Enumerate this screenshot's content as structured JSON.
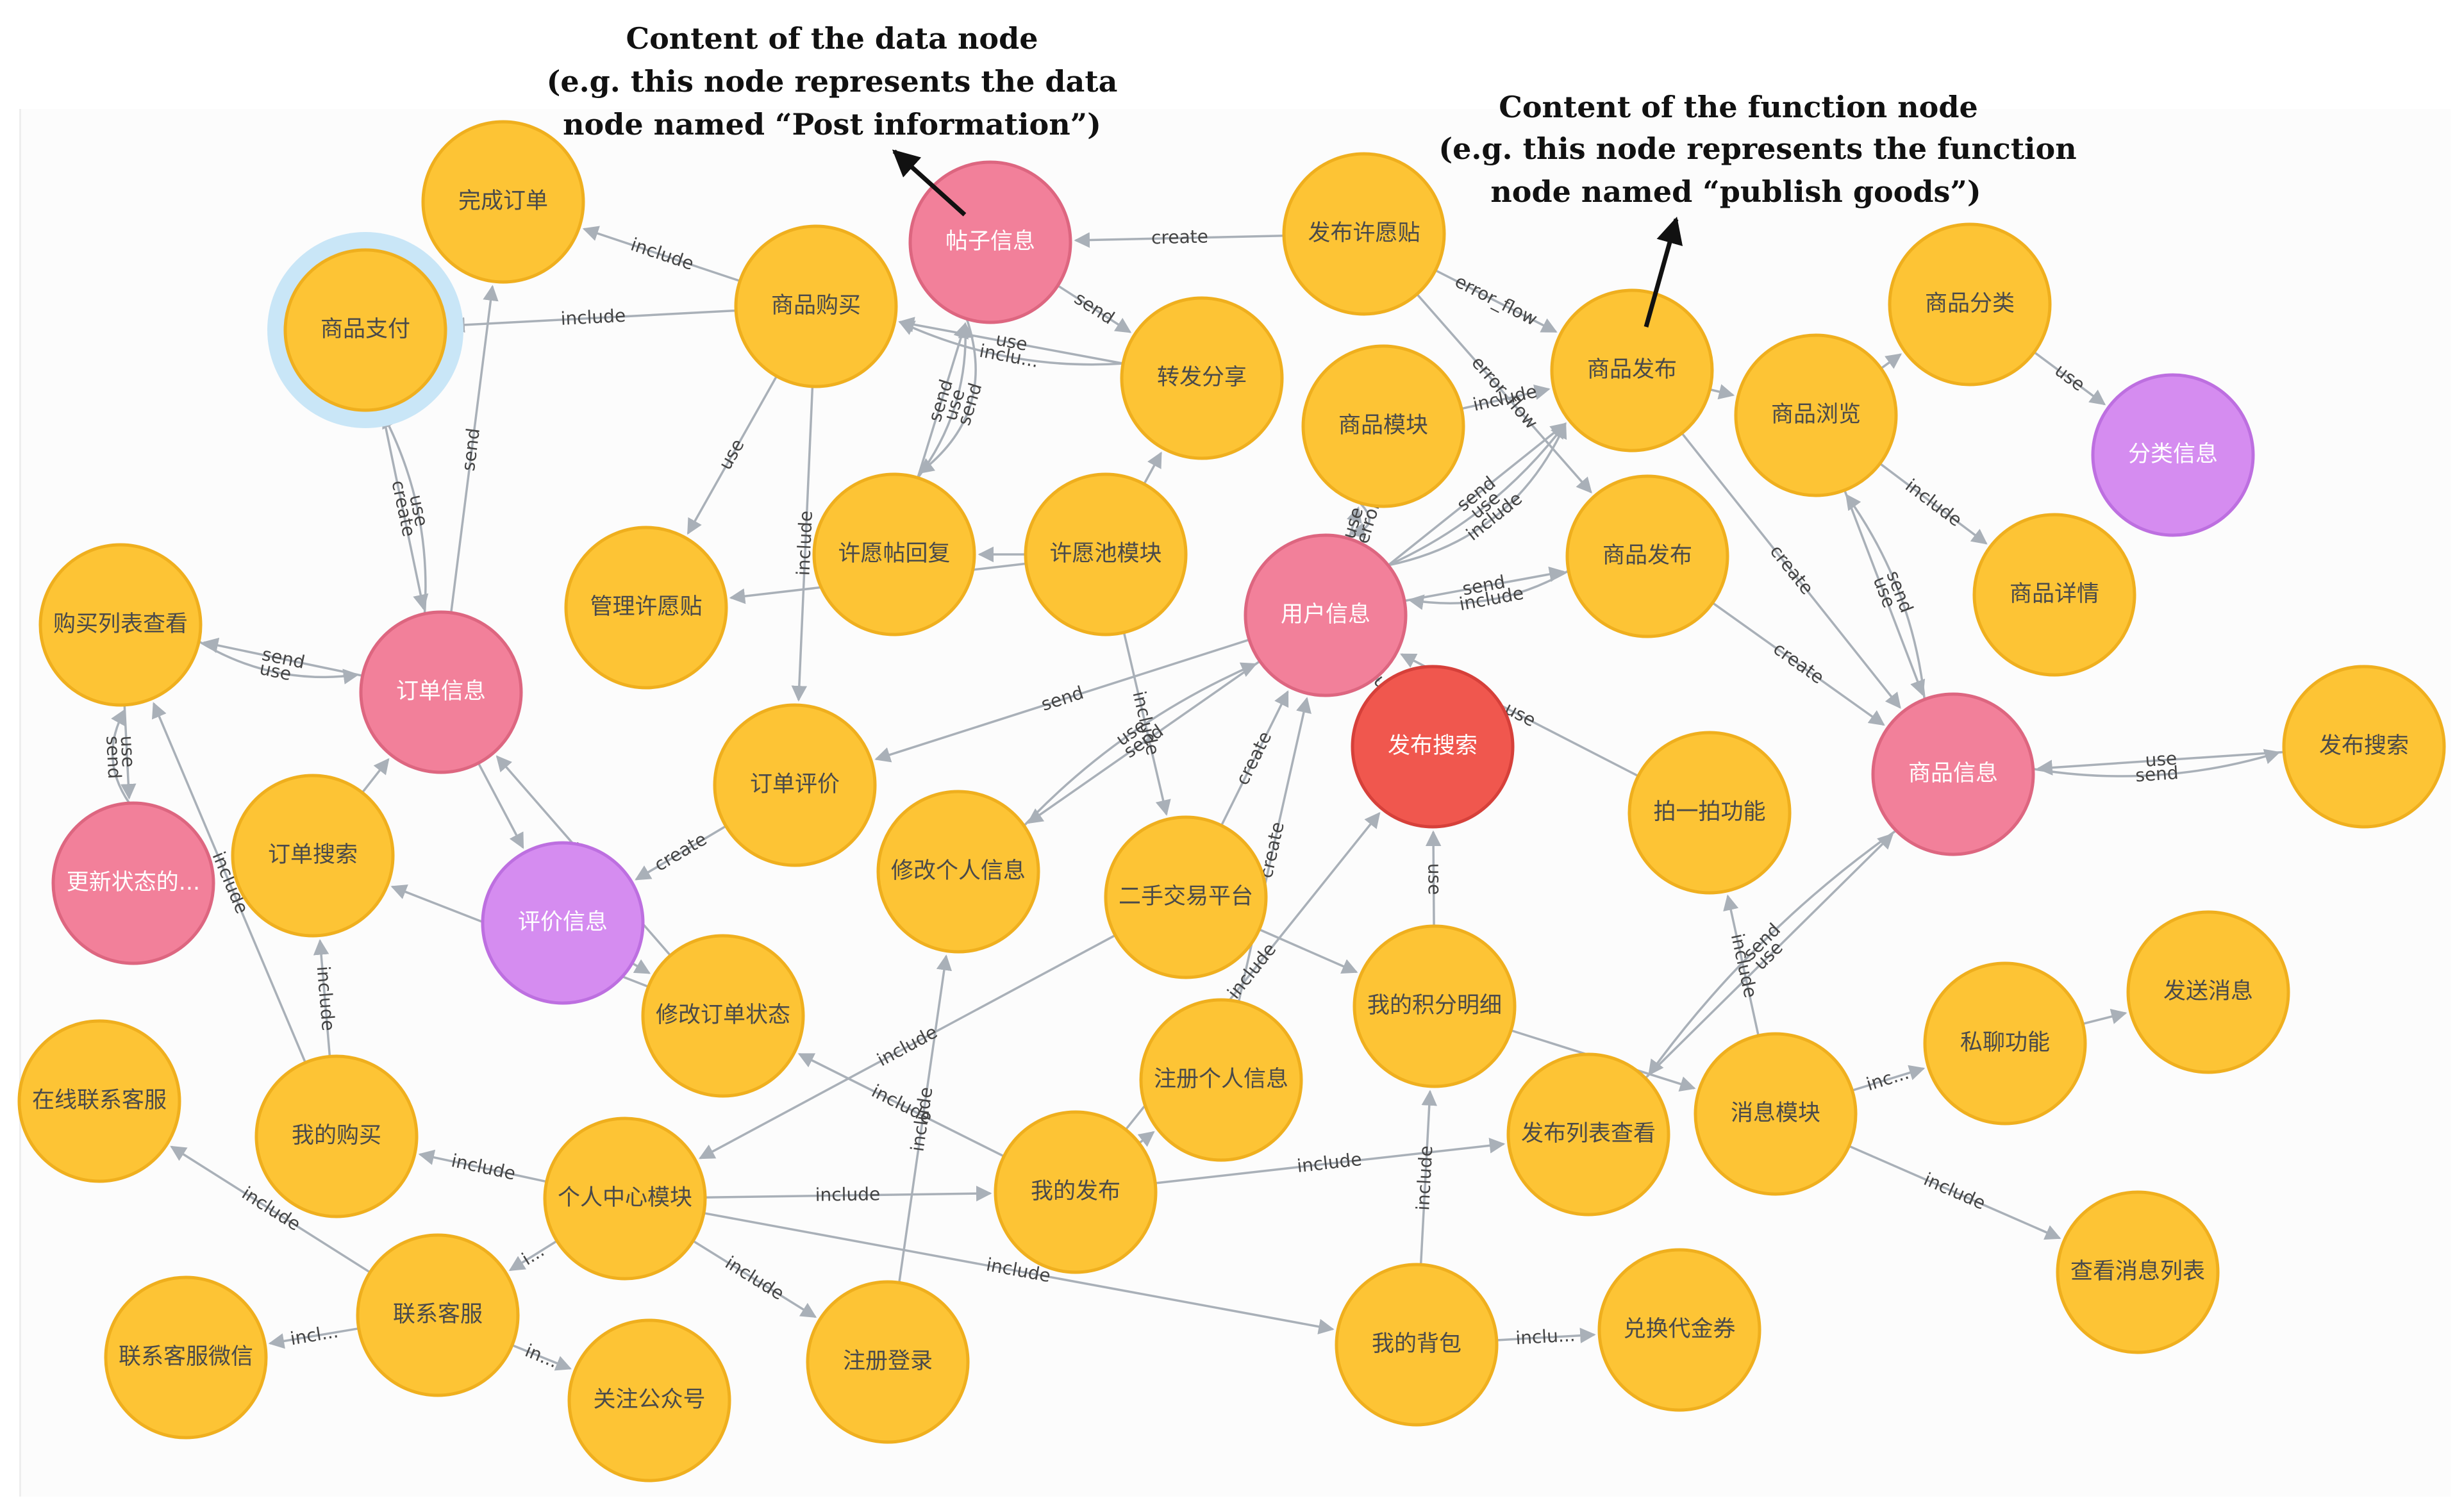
{
  "annotations": {
    "data_node": [
      "Content of the data node",
      "(e.g. this node represents the data",
      "node named “Post information”)"
    ],
    "function_node": [
      "Content of the function node",
      "(e.g. this node represents the function",
      "node named “publish goods”)"
    ]
  },
  "colors": {
    "function": "#fdc435",
    "function_stroke": "#efaf1e",
    "data": "#f2809a",
    "data_stroke": "#dd6680",
    "info": "#d58cf0",
    "info_stroke": "#bd6fe0",
    "search": "#f0574e",
    "search_stroke": "#d6403a",
    "selected_halo": "#c9e6f7"
  },
  "nodes": [
    {
      "id": "n1",
      "label": "完成订单",
      "type": "function"
    },
    {
      "id": "n2",
      "label": "商品支付",
      "type": "function",
      "selected": true
    },
    {
      "id": "n3",
      "label": "商品购买",
      "type": "function"
    },
    {
      "id": "n4",
      "label": "帖子信息",
      "type": "data"
    },
    {
      "id": "n5",
      "label": "发布许愿贴",
      "type": "function"
    },
    {
      "id": "n6",
      "label": "转发分享",
      "type": "function"
    },
    {
      "id": "n7",
      "label": "商品模块",
      "type": "function"
    },
    {
      "id": "n8",
      "label": "商品发布",
      "type": "function"
    },
    {
      "id": "n9",
      "label": "商品浏览",
      "type": "function"
    },
    {
      "id": "n10",
      "label": "商品分类",
      "type": "function"
    },
    {
      "id": "n11",
      "label": "分类信息",
      "type": "info"
    },
    {
      "id": "n12",
      "label": "商品详情",
      "type": "function"
    },
    {
      "id": "n13",
      "label": "管理许愿贴",
      "type": "function"
    },
    {
      "id": "n14",
      "label": "许愿帖回复",
      "type": "function"
    },
    {
      "id": "n15",
      "label": "许愿池模块",
      "type": "function"
    },
    {
      "id": "n16",
      "label": "用户信息",
      "type": "data"
    },
    {
      "id": "n17",
      "label": "商品发布",
      "type": "function"
    },
    {
      "id": "n18",
      "label": "购买列表查看",
      "type": "function"
    },
    {
      "id": "n19",
      "label": "订单信息",
      "type": "data"
    },
    {
      "id": "n20",
      "label": "订单评价",
      "type": "function"
    },
    {
      "id": "n21",
      "label": "发布搜索",
      "type": "search"
    },
    {
      "id": "n22",
      "label": "拍一拍功能",
      "type": "function"
    },
    {
      "id": "n23",
      "label": "商品信息",
      "type": "data"
    },
    {
      "id": "n24",
      "label": "发布搜索",
      "type": "function"
    },
    {
      "id": "n25",
      "label": "更新状态的...",
      "type": "data"
    },
    {
      "id": "n26",
      "label": "订单搜索",
      "type": "function"
    },
    {
      "id": "n27",
      "label": "评价信息",
      "type": "info"
    },
    {
      "id": "n28",
      "label": "修改个人信息",
      "type": "function"
    },
    {
      "id": "n29",
      "label": "二手交易平台",
      "type": "function"
    },
    {
      "id": "n30",
      "label": "修改订单状态",
      "type": "function"
    },
    {
      "id": "n31",
      "label": "我的积分明细",
      "type": "function"
    },
    {
      "id": "n32",
      "label": "私聊功能",
      "type": "function"
    },
    {
      "id": "n33",
      "label": "发送消息",
      "type": "function"
    },
    {
      "id": "n34",
      "label": "在线联系客服",
      "type": "function"
    },
    {
      "id": "n35",
      "label": "我的购买",
      "type": "function"
    },
    {
      "id": "n36",
      "label": "注册个人信息",
      "type": "function"
    },
    {
      "id": "n37",
      "label": "发布列表查看",
      "type": "function"
    },
    {
      "id": "n38",
      "label": "消息模块",
      "type": "function"
    },
    {
      "id": "n39",
      "label": "个人中心模块",
      "type": "function"
    },
    {
      "id": "n40",
      "label": "我的发布",
      "type": "function"
    },
    {
      "id": "n41",
      "label": "联系客服",
      "type": "function"
    },
    {
      "id": "n42",
      "label": "查看消息列表",
      "type": "function"
    },
    {
      "id": "n43",
      "label": "联系客服微信",
      "type": "function"
    },
    {
      "id": "n44",
      "label": "关注公众号",
      "type": "function"
    },
    {
      "id": "n45",
      "label": "注册登录",
      "type": "function"
    },
    {
      "id": "n46",
      "label": "我的背包",
      "type": "function"
    },
    {
      "id": "n47",
      "label": "兑换代金券",
      "type": "function"
    }
  ],
  "edges": [
    {
      "from": "n5",
      "to": "n4",
      "label": "create"
    },
    {
      "from": "n3",
      "to": "n1",
      "label": "include"
    },
    {
      "from": "n3",
      "to": "n2",
      "label": "include"
    },
    {
      "from": "n4",
      "to": "n6",
      "label": "send"
    },
    {
      "from": "n6",
      "to": "n3",
      "label": "use"
    },
    {
      "from": "n6",
      "to": "n3",
      "label": "inclu..."
    },
    {
      "from": "n5",
      "to": "n8",
      "label": "error_flow"
    },
    {
      "from": "n5",
      "to": "n17",
      "label": "error_flow"
    },
    {
      "from": "n7",
      "to": "n8",
      "label": "include"
    },
    {
      "from": "n8",
      "to": "n9",
      "label": ""
    },
    {
      "from": "n10",
      "to": "n11",
      "label": "use"
    },
    {
      "from": "n9",
      "to": "n12",
      "label": "include"
    },
    {
      "from": "n9",
      "to": "n10",
      "label": ""
    },
    {
      "from": "n8",
      "to": "n23",
      "label": "create"
    },
    {
      "from": "n9",
      "to": "n23",
      "label": "use"
    },
    {
      "from": "n23",
      "to": "n9",
      "label": "send"
    },
    {
      "from": "n2",
      "to": "n19",
      "label": "create"
    },
    {
      "from": "n19",
      "to": "n2",
      "label": "use"
    },
    {
      "from": "n19",
      "to": "n1",
      "label": "send"
    },
    {
      "from": "n3",
      "to": "n13",
      "label": "use"
    },
    {
      "from": "n14",
      "to": "n4",
      "label": "send"
    },
    {
      "from": "n14",
      "to": "n4",
      "label": "use"
    },
    {
      "from": "n4",
      "to": "n14",
      "label": "send"
    },
    {
      "from": "n3",
      "to": "n20",
      "label": "include"
    },
    {
      "from": "n15",
      "to": "n14",
      "label": ""
    },
    {
      "from": "n15",
      "to": "n13",
      "label": ""
    },
    {
      "from": "n15",
      "to": "n6",
      "label": ""
    },
    {
      "from": "n16",
      "to": "n17",
      "label": "send"
    },
    {
      "from": "n16",
      "to": "n8",
      "label": "send"
    },
    {
      "from": "n16",
      "to": "n8",
      "label": "use"
    },
    {
      "from": "n16",
      "to": "n8",
      "label": "include"
    },
    {
      "from": "n16",
      "to": "n7",
      "label": "use"
    },
    {
      "from": "n7",
      "to": "n16",
      "label": "error"
    },
    {
      "from": "n16",
      "to": "n21",
      "label": "include"
    },
    {
      "from": "n16",
      "to": "n20",
      "label": "send"
    },
    {
      "from": "n16",
      "to": "n28",
      "label": "send"
    },
    {
      "from": "n29",
      "to": "n16",
      "label": "create"
    },
    {
      "from": "n22",
      "to": "n16",
      "label": "use"
    },
    {
      "from": "n17",
      "to": "n16",
      "label": "include"
    },
    {
      "from": "n17",
      "to": "n23",
      "label": "create"
    },
    {
      "from": "n19",
      "to": "n18",
      "label": "send"
    },
    {
      "from": "n18",
      "to": "n19",
      "label": "use"
    },
    {
      "from": "n18",
      "to": "n25",
      "label": "use"
    },
    {
      "from": "n25",
      "to": "n18",
      "label": "send"
    },
    {
      "from": "n26",
      "to": "n19",
      "label": ""
    },
    {
      "from": "n27",
      "to": "n30",
      "label": ""
    },
    {
      "from": "n30",
      "to": "n19",
      "label": "use"
    },
    {
      "from": "n19",
      "to": "n27",
      "label": ""
    },
    {
      "from": "n20",
      "to": "n27",
      "label": "create"
    },
    {
      "from": "n30",
      "to": "n26",
      "label": "create"
    },
    {
      "from": "n35",
      "to": "n26",
      "label": "include"
    },
    {
      "from": "n35",
      "to": "n18",
      "label": "include"
    },
    {
      "from": "n24",
      "to": "n23",
      "label": "use"
    },
    {
      "from": "n23",
      "to": "n24",
      "label": "send"
    },
    {
      "from": "n28",
      "to": "n16",
      "label": "use"
    },
    {
      "from": "n15",
      "to": "n29",
      "label": "include"
    },
    {
      "from": "n29",
      "to": "n31",
      "label": ""
    },
    {
      "from": "n31",
      "to": "n21",
      "label": "use"
    },
    {
      "from": "n36",
      "to": "n16",
      "label": "create"
    },
    {
      "from": "n37",
      "to": "n23",
      "label": "use"
    },
    {
      "from": "n38",
      "to": "n22",
      "label": "include"
    },
    {
      "from": "n23",
      "to": "n37",
      "label": "send"
    },
    {
      "from": "n38",
      "to": "n32",
      "label": "inc..."
    },
    {
      "from": "n32",
      "to": "n33",
      "label": ""
    },
    {
      "from": "n38",
      "to": "n42",
      "label": "include"
    },
    {
      "from": "n31",
      "to": "n38",
      "label": ""
    },
    {
      "from": "n39",
      "to": "n35",
      "label": "include"
    },
    {
      "from": "n39",
      "to": "n40",
      "label": "include"
    },
    {
      "from": "n39",
      "to": "n45",
      "label": "include"
    },
    {
      "from": "n39",
      "to": "n46",
      "label": "include"
    },
    {
      "from": "n39",
      "to": "n41",
      "label": "i..."
    },
    {
      "from": "n29",
      "to": "n39",
      "label": "include"
    },
    {
      "from": "n40",
      "to": "n37",
      "label": "include"
    },
    {
      "from": "n40",
      "to": "n36",
      "label": ""
    },
    {
      "from": "n40",
      "to": "n30",
      "label": "include"
    },
    {
      "from": "n45",
      "to": "n28",
      "label": "include"
    },
    {
      "from": "n40",
      "to": "n21",
      "label": "include"
    },
    {
      "from": "n46",
      "to": "n31",
      "label": "include"
    },
    {
      "from": "n46",
      "to": "n47",
      "label": "inclu..."
    },
    {
      "from": "n41",
      "to": "n34",
      "label": "include"
    },
    {
      "from": "n41",
      "to": "n43",
      "label": "incl..."
    },
    {
      "from": "n41",
      "to": "n44",
      "label": "in..."
    }
  ]
}
